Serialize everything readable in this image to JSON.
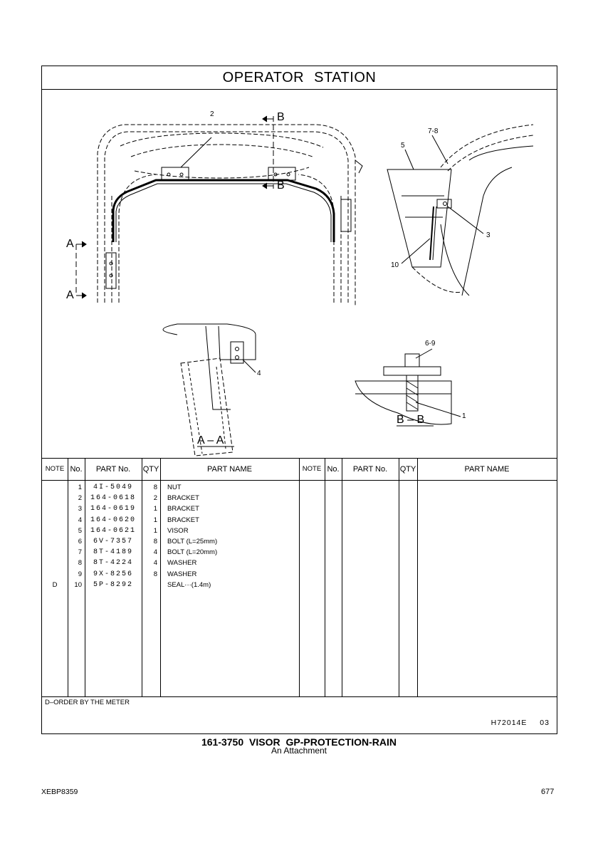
{
  "title": "OPERATOR STATION",
  "callouts": {
    "c2": "2",
    "b_top": "B",
    "b_bot": "B",
    "a_top": "A",
    "a_bot": "A",
    "c5": "5",
    "c7_8": "7-8",
    "c3": "3",
    "c10": "10",
    "c4": "4",
    "c6_9": "6-9",
    "c1": "1"
  },
  "view_labels": {
    "aa": "A – A",
    "bb": "B – B"
  },
  "table": {
    "headers": {
      "note": "NOTE",
      "no": "No.",
      "part_no": "PART No.",
      "qty": "QTY",
      "part_name": "PART NAME"
    },
    "rows": [
      {
        "note": "",
        "no": "1",
        "part_no": "4I-5049",
        "qty": "8",
        "name": "NUT"
      },
      {
        "note": "",
        "no": "2",
        "part_no": "164-0618",
        "qty": "2",
        "name": "BRACKET"
      },
      {
        "note": "",
        "no": "3",
        "part_no": "164-0619",
        "qty": "1",
        "name": "BRACKET"
      },
      {
        "note": "",
        "no": "4",
        "part_no": "164-0620",
        "qty": "1",
        "name": "BRACKET"
      },
      {
        "note": "",
        "no": "5",
        "part_no": "164-0621",
        "qty": "1",
        "name": "VISOR"
      },
      {
        "note": "",
        "no": "6",
        "part_no": "6V-7357",
        "qty": "8",
        "name": "BOLT (L=25mm)"
      },
      {
        "note": "",
        "no": "7",
        "part_no": "8T-4189",
        "qty": "4",
        "name": "BOLT (L=20mm)"
      },
      {
        "note": "",
        "no": "8",
        "part_no": "8T-4224",
        "qty": "4",
        "name": "WASHER"
      },
      {
        "note": "",
        "no": "9",
        "part_no": "9X-8256",
        "qty": "8",
        "name": "WASHER"
      },
      {
        "note": "D",
        "no": "10",
        "part_no": "5P-8292",
        "qty": "",
        "name": "SEAL···(1.4m)"
      }
    ]
  },
  "footnote": "D–ORDER BY THE METER",
  "ref_code": "H72014E 03",
  "caption": {
    "line1": "161-3750 VISOR GP-PROTECTION-RAIN",
    "line2": "An Attachment"
  },
  "doc_id": "XEBP8359",
  "page_number": "677"
}
